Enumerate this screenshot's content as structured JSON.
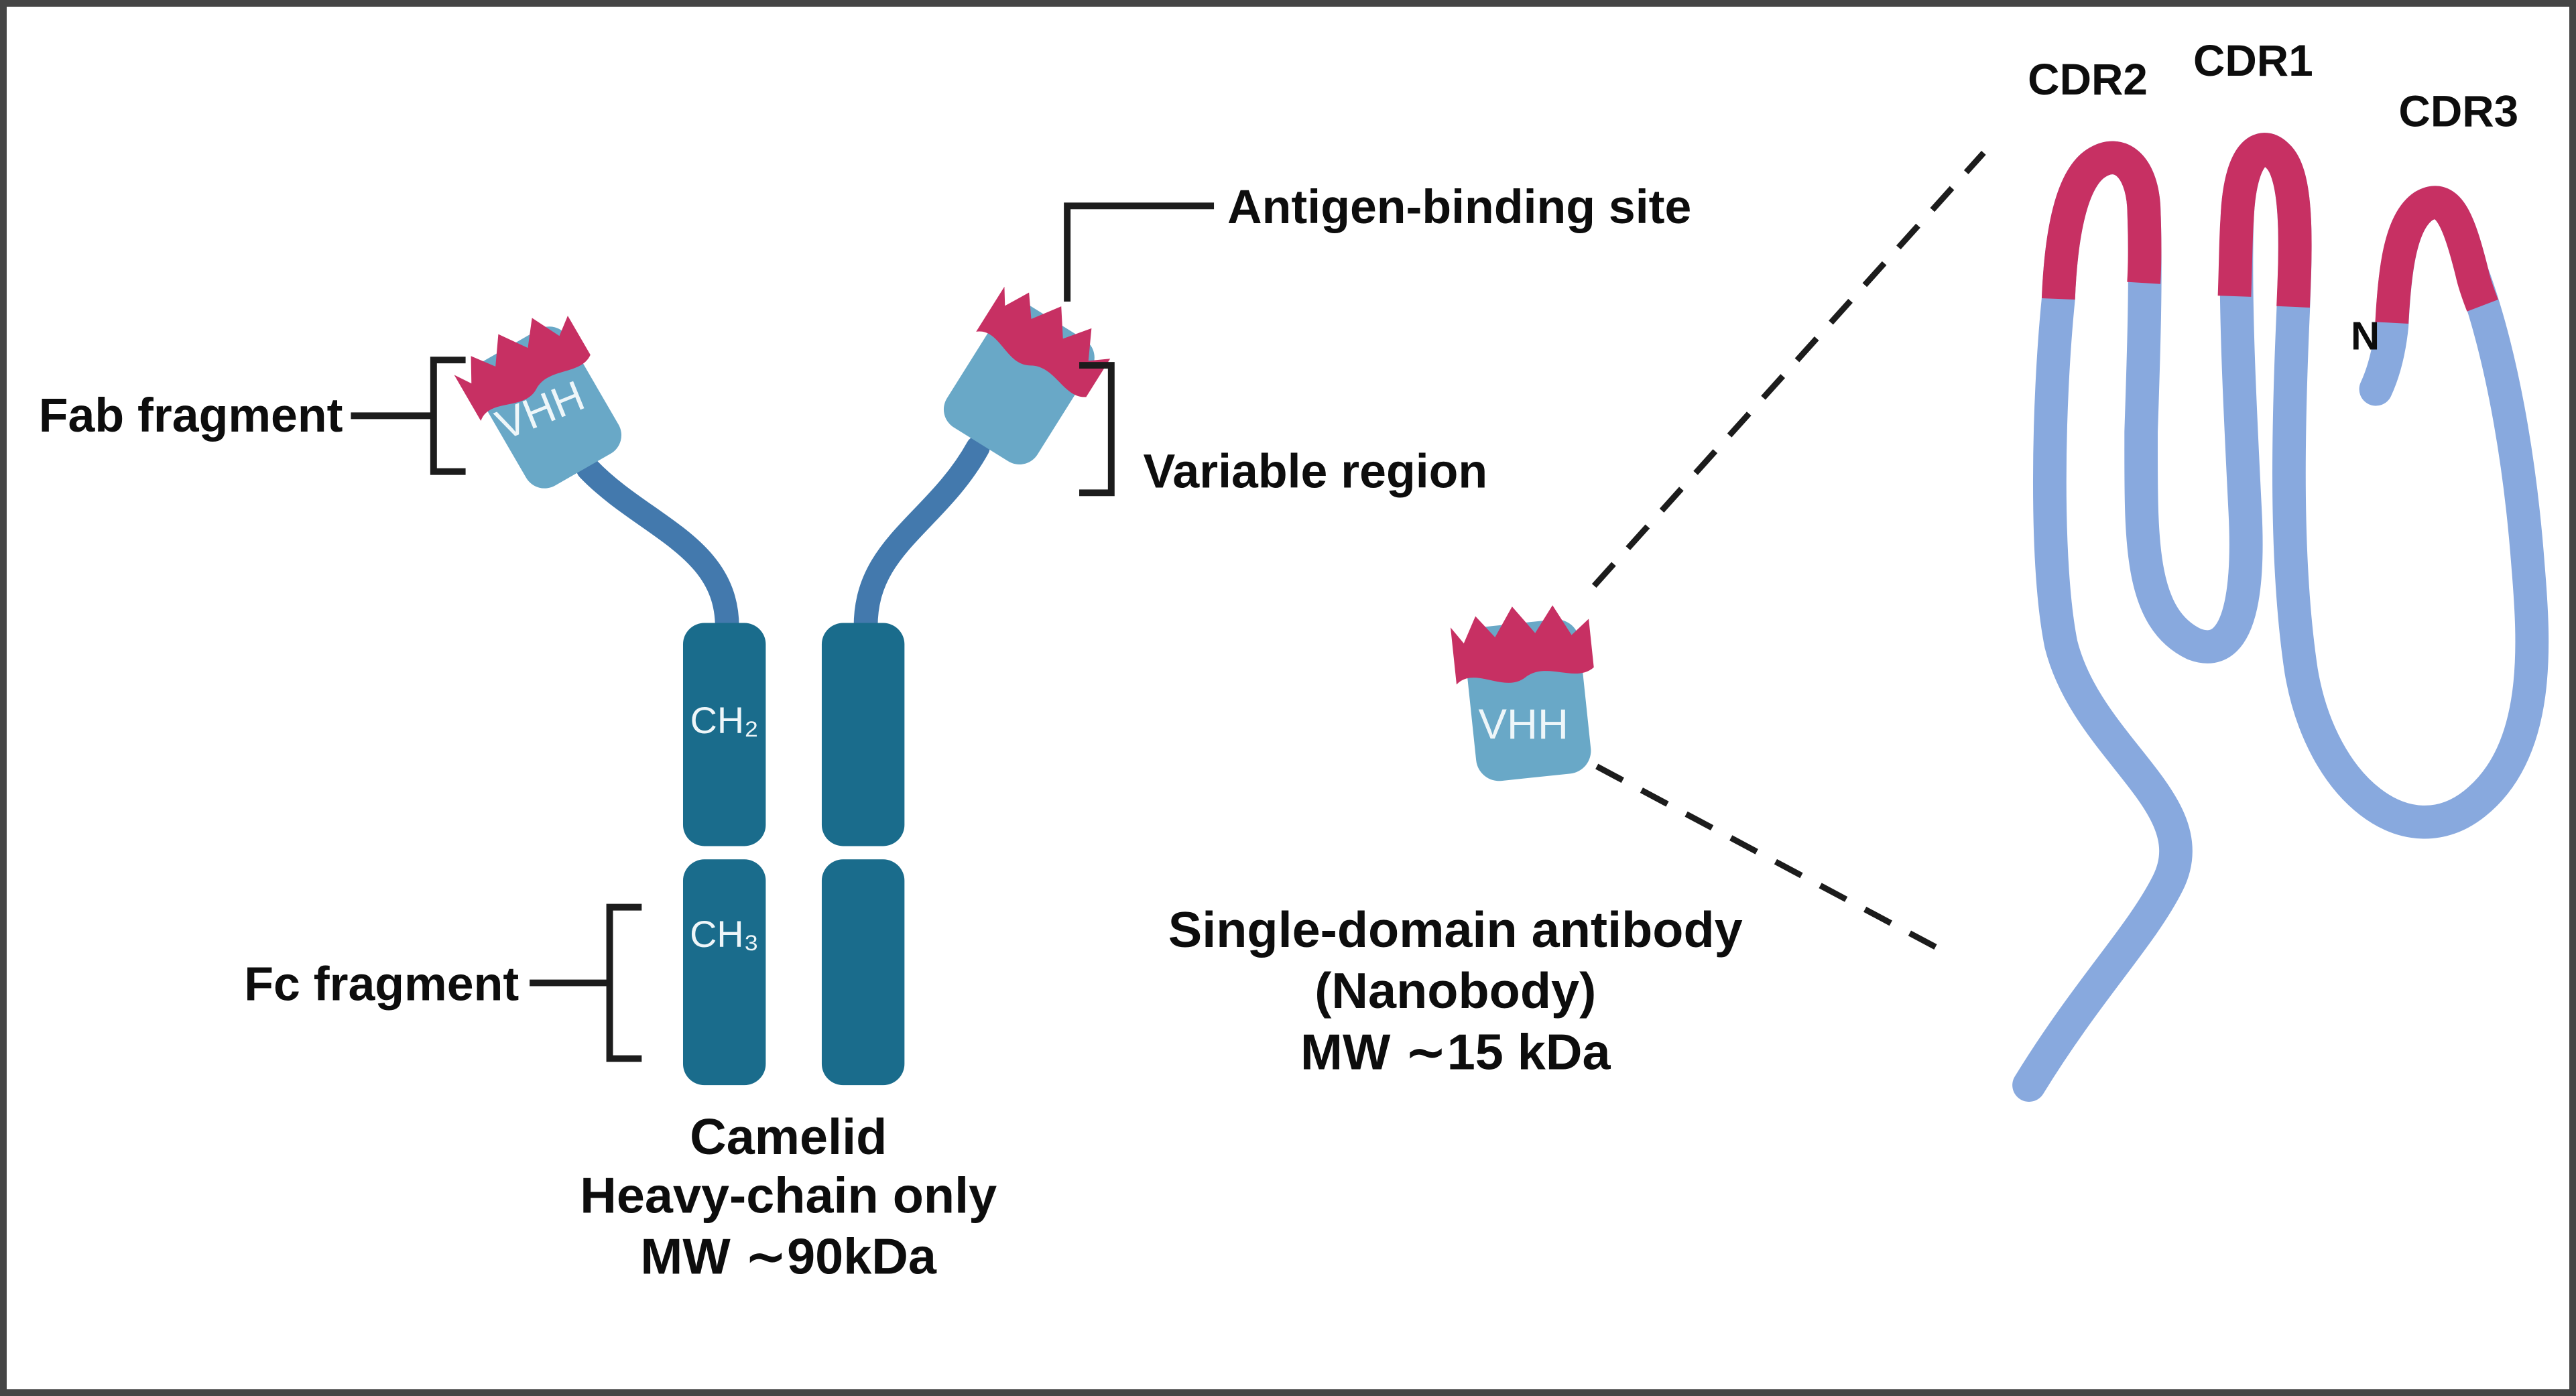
{
  "colors": {
    "domain_teal": "#1A6C8C",
    "vhh_blue": "#69A8C7",
    "hinge_blue": "#4379AD",
    "crown_magenta": "#C73063",
    "ribbon_blue": "#88A9DE",
    "text": "#0d0d0d",
    "frame_border": "#454545"
  },
  "left_antibody": {
    "fab_label": "Fab fragment",
    "fc_label": "Fc fragment",
    "vhh_label": "VHH",
    "ch2_label": "CH₂",
    "ch3_label": "CH₃",
    "caption_line1": "Camelid",
    "caption_line2": "Heavy-chain only",
    "caption_line3": "MW ∼90kDa"
  },
  "annotations": {
    "antigen_binding_site": "Antigen-binding site",
    "variable_region": "Variable region"
  },
  "nanobody": {
    "vhh_label": "VHH",
    "caption_line1": "Single-domain antibody",
    "caption_line2": "(Nanobody)",
    "caption_line3": "MW ∼15 kDa"
  },
  "ribbon": {
    "cdr2_label": "CDR2",
    "cdr1_label": "CDR1",
    "cdr3_label": "CDR3",
    "n_terminus_label": "N"
  }
}
